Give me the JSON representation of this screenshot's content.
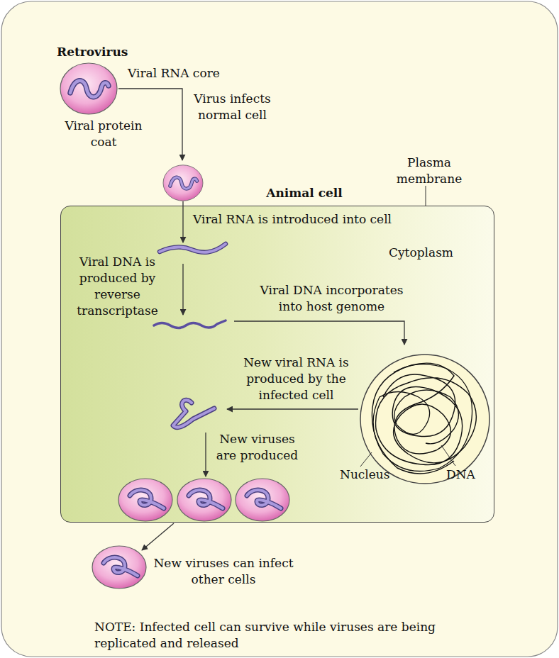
{
  "diagram": {
    "nodes": [
      {
        "text": [
          "Animal cell"
        ]
      },
      {
        "text": [
          "Nucleus",
          "DNA"
        ],
        "in": 0
      }
    ],
    "labels": [
      "Retrovirus",
      "Viral RNA core",
      "Virus infects normal cell",
      "Viral protein coat",
      "Plasma membrane",
      "Viral RNA is introduced into cell",
      "Viral DNA is produced by reverse transcriptase",
      "Cytoplasm",
      "Viral DNA incorporates into host genome",
      "New viral RNA is produced by the infected cell",
      "New viruses are produced",
      "New viruses can infect other cells",
      "NOTE: Infected cell can survive while viruses are being replicated and released"
    ]
  }
}
